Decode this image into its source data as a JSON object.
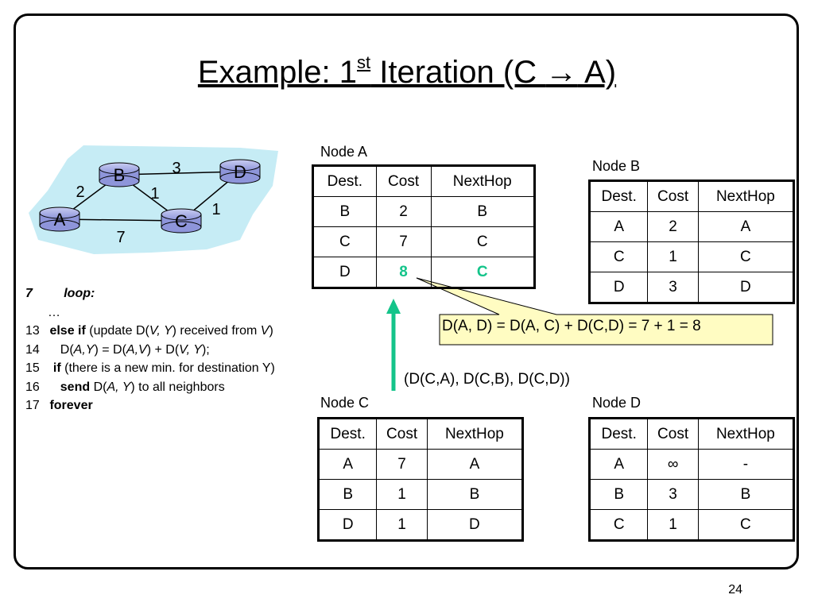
{
  "title": {
    "prefix": "Example: 1",
    "sup": "st",
    "rest": " Iteration (C ",
    "arrow": "→",
    "suffix": " A)"
  },
  "graph": {
    "nodes": [
      "A",
      "B",
      "C",
      "D"
    ],
    "edges": [
      {
        "from": "A",
        "to": "B",
        "cost": "2"
      },
      {
        "from": "B",
        "to": "D",
        "cost": "3"
      },
      {
        "from": "B",
        "to": "C",
        "cost": "1"
      },
      {
        "from": "C",
        "to": "D",
        "cost": "1"
      },
      {
        "from": "A",
        "to": "C",
        "cost": "7"
      }
    ]
  },
  "code": {
    "l7": {
      "num": "7",
      "text": "loop:"
    },
    "ellipsis": "…",
    "l13": {
      "num": "13",
      "kw": "else if",
      "t1": " (update D(",
      "i1": "V, Y",
      "t2": ") received from ",
      "i2": "V",
      "t3": ")"
    },
    "l14": {
      "num": "14",
      "t1": "D(",
      "i1": "A,Y",
      "t2": ") = D(",
      "i2": "A,V",
      "t3": ") + D(",
      "i3": "V, Y",
      "t4": ");"
    },
    "l15": {
      "num": "15",
      "kw": "if",
      "t1": " (there is a new min. for destination Y)"
    },
    "l16": {
      "num": "16",
      "kw": "send",
      "t1": " D(",
      "i1": "A, Y",
      "t2": ") to all neighbors"
    },
    "l17": {
      "num": "17",
      "kw": "forever"
    }
  },
  "tables": {
    "headers": [
      "Dest.",
      "Cost",
      "NextHop"
    ],
    "node_a": {
      "label": "Node A",
      "rows": [
        [
          "B",
          "2",
          "B"
        ],
        [
          "C",
          "7",
          "C"
        ],
        [
          "D",
          "8",
          "C"
        ]
      ]
    },
    "node_b": {
      "label": "Node B",
      "rows": [
        [
          "A",
          "2",
          "A"
        ],
        [
          "C",
          "1",
          "C"
        ],
        [
          "D",
          "3",
          "D"
        ]
      ]
    },
    "node_c": {
      "label": "Node C",
      "rows": [
        [
          "A",
          "7",
          "A"
        ],
        [
          "B",
          "1",
          "B"
        ],
        [
          "D",
          "1",
          "D"
        ]
      ]
    },
    "node_d": {
      "label": "Node D",
      "rows": [
        [
          "A",
          "∞",
          "-"
        ],
        [
          "B",
          "3",
          "B"
        ],
        [
          "C",
          "1",
          "C"
        ]
      ]
    }
  },
  "callout": "D(A, D) = D(A, C) + D(C,D) = 7 + 1 = 8",
  "vector": "(D(C,A), D(C,B), D(C,D))",
  "page": "24",
  "colors": {
    "highlight": "#14c48a",
    "cloud": "#c6ecf5",
    "router": "#a8aee6",
    "callout": "#fffcc2"
  }
}
